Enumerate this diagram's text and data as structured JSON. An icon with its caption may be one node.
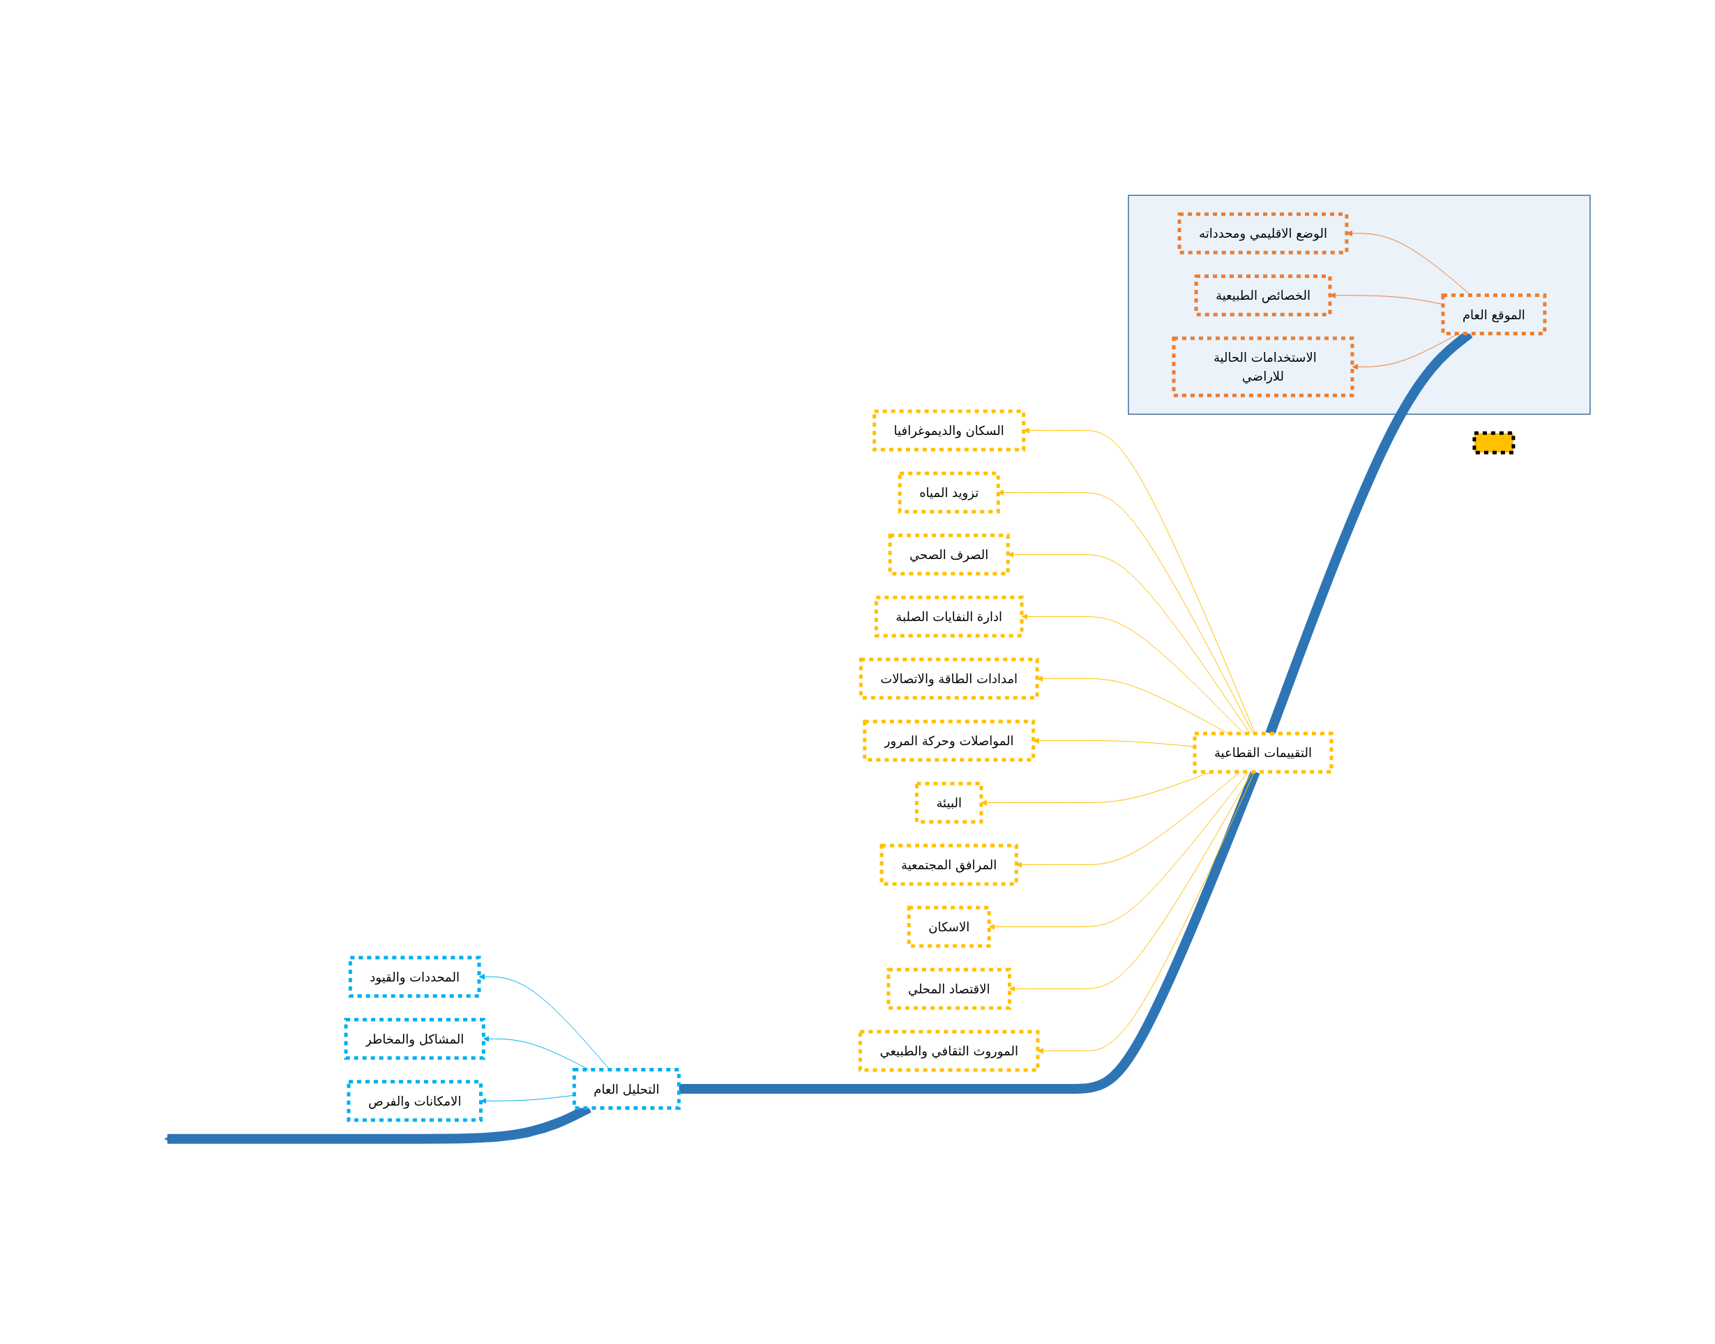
{
  "diagram": {
    "nodes": [
      {
        "text": [],
        "shape": "box"
      },
      {
        "text": [],
        "shape": "box"
      },
      {
        "text": [
          "الموقع العام"
        ],
        "in": 1
      },
      {
        "text": [
          "الوضع الاقليمي ومحدداته"
        ],
        "in": 1
      },
      {
        "text": [
          "الخصائص الطبيعية"
        ],
        "in": 1
      },
      {
        "text": [
          "الاستخدامات الحالية للاراضي"
        ],
        "in": 1
      },
      {
        "text": [
          "التقييمات القطاعية"
        ]
      },
      {
        "text": [
          "السكان والديموغرافيا"
        ]
      },
      {
        "text": [
          "تزويد المياه"
        ]
      },
      {
        "text": [
          "الصرف الصحي"
        ]
      },
      {
        "text": [
          "ادارة النفايات الصلبة"
        ]
      },
      {
        "text": [
          "امدادات الطاقة والاتصالات"
        ]
      },
      {
        "text": [
          "المواصلات وحركة المرور"
        ]
      },
      {
        "text": [
          "البيئة"
        ]
      },
      {
        "text": [
          "المرافق المجتمعية"
        ]
      },
      {
        "text": [
          "الاسكان"
        ]
      },
      {
        "text": [
          "الاقتصاد المحلي"
        ]
      },
      {
        "text": [
          "الموروث الثقافي والطبيعي"
        ]
      },
      {
        "text": [
          "التحليل العام"
        ]
      },
      {
        "text": [
          "المحددات والقيود"
        ]
      },
      {
        "text": [
          "المشاكل والمخاطر"
        ]
      },
      {
        "text": [
          "الامكانات والفرص"
        ]
      }
    ],
    "edges": [
      {
        "from": 2,
        "to": 6,
        "arrow": "none",
        "style": "thick",
        "color": "#2e75b6"
      },
      {
        "from": 6,
        "to": 18,
        "arrow": "none",
        "style": "thick",
        "color": "#2e75b6"
      },
      {
        "from": 18,
        "to": null,
        "arrow": "to",
        "style": "thick",
        "color": "#2e75b6"
      },
      {
        "from": 2,
        "to": 3,
        "arrow": "to",
        "color": "#ed7d31"
      },
      {
        "from": 2,
        "to": 4,
        "arrow": "to",
        "color": "#ed7d31"
      },
      {
        "from": 2,
        "to": 5,
        "arrow": "to",
        "color": "#ed7d31"
      },
      {
        "from": 6,
        "to": 7,
        "arrow": "to"
      },
      {
        "from": 6,
        "to": 8,
        "arrow": "to"
      },
      {
        "from": 6,
        "to": 9,
        "arrow": "to"
      },
      {
        "from": 6,
        "to": 10,
        "arrow": "to"
      },
      {
        "from": 6,
        "to": 11,
        "arrow": "to"
      },
      {
        "from": 6,
        "to": 12,
        "arrow": "to"
      },
      {
        "from": 6,
        "to": 13,
        "arrow": "to"
      },
      {
        "from": 6,
        "to": 14,
        "arrow": "to"
      },
      {
        "from": 6,
        "to": 15,
        "arrow": "to"
      },
      {
        "from": 6,
        "to": 16,
        "arrow": "to"
      },
      {
        "from": 6,
        "to": 17,
        "arrow": "to"
      },
      {
        "from": 18,
        "to": 19,
        "arrow": "to",
        "color": "#00b0f0"
      },
      {
        "from": 18,
        "to": 20,
        "arrow": "to",
        "color": "#00b0f0"
      },
      {
        "from": 18,
        "to": 21,
        "arrow": "to",
        "color": "#00b0f0"
      }
    ]
  }
}
